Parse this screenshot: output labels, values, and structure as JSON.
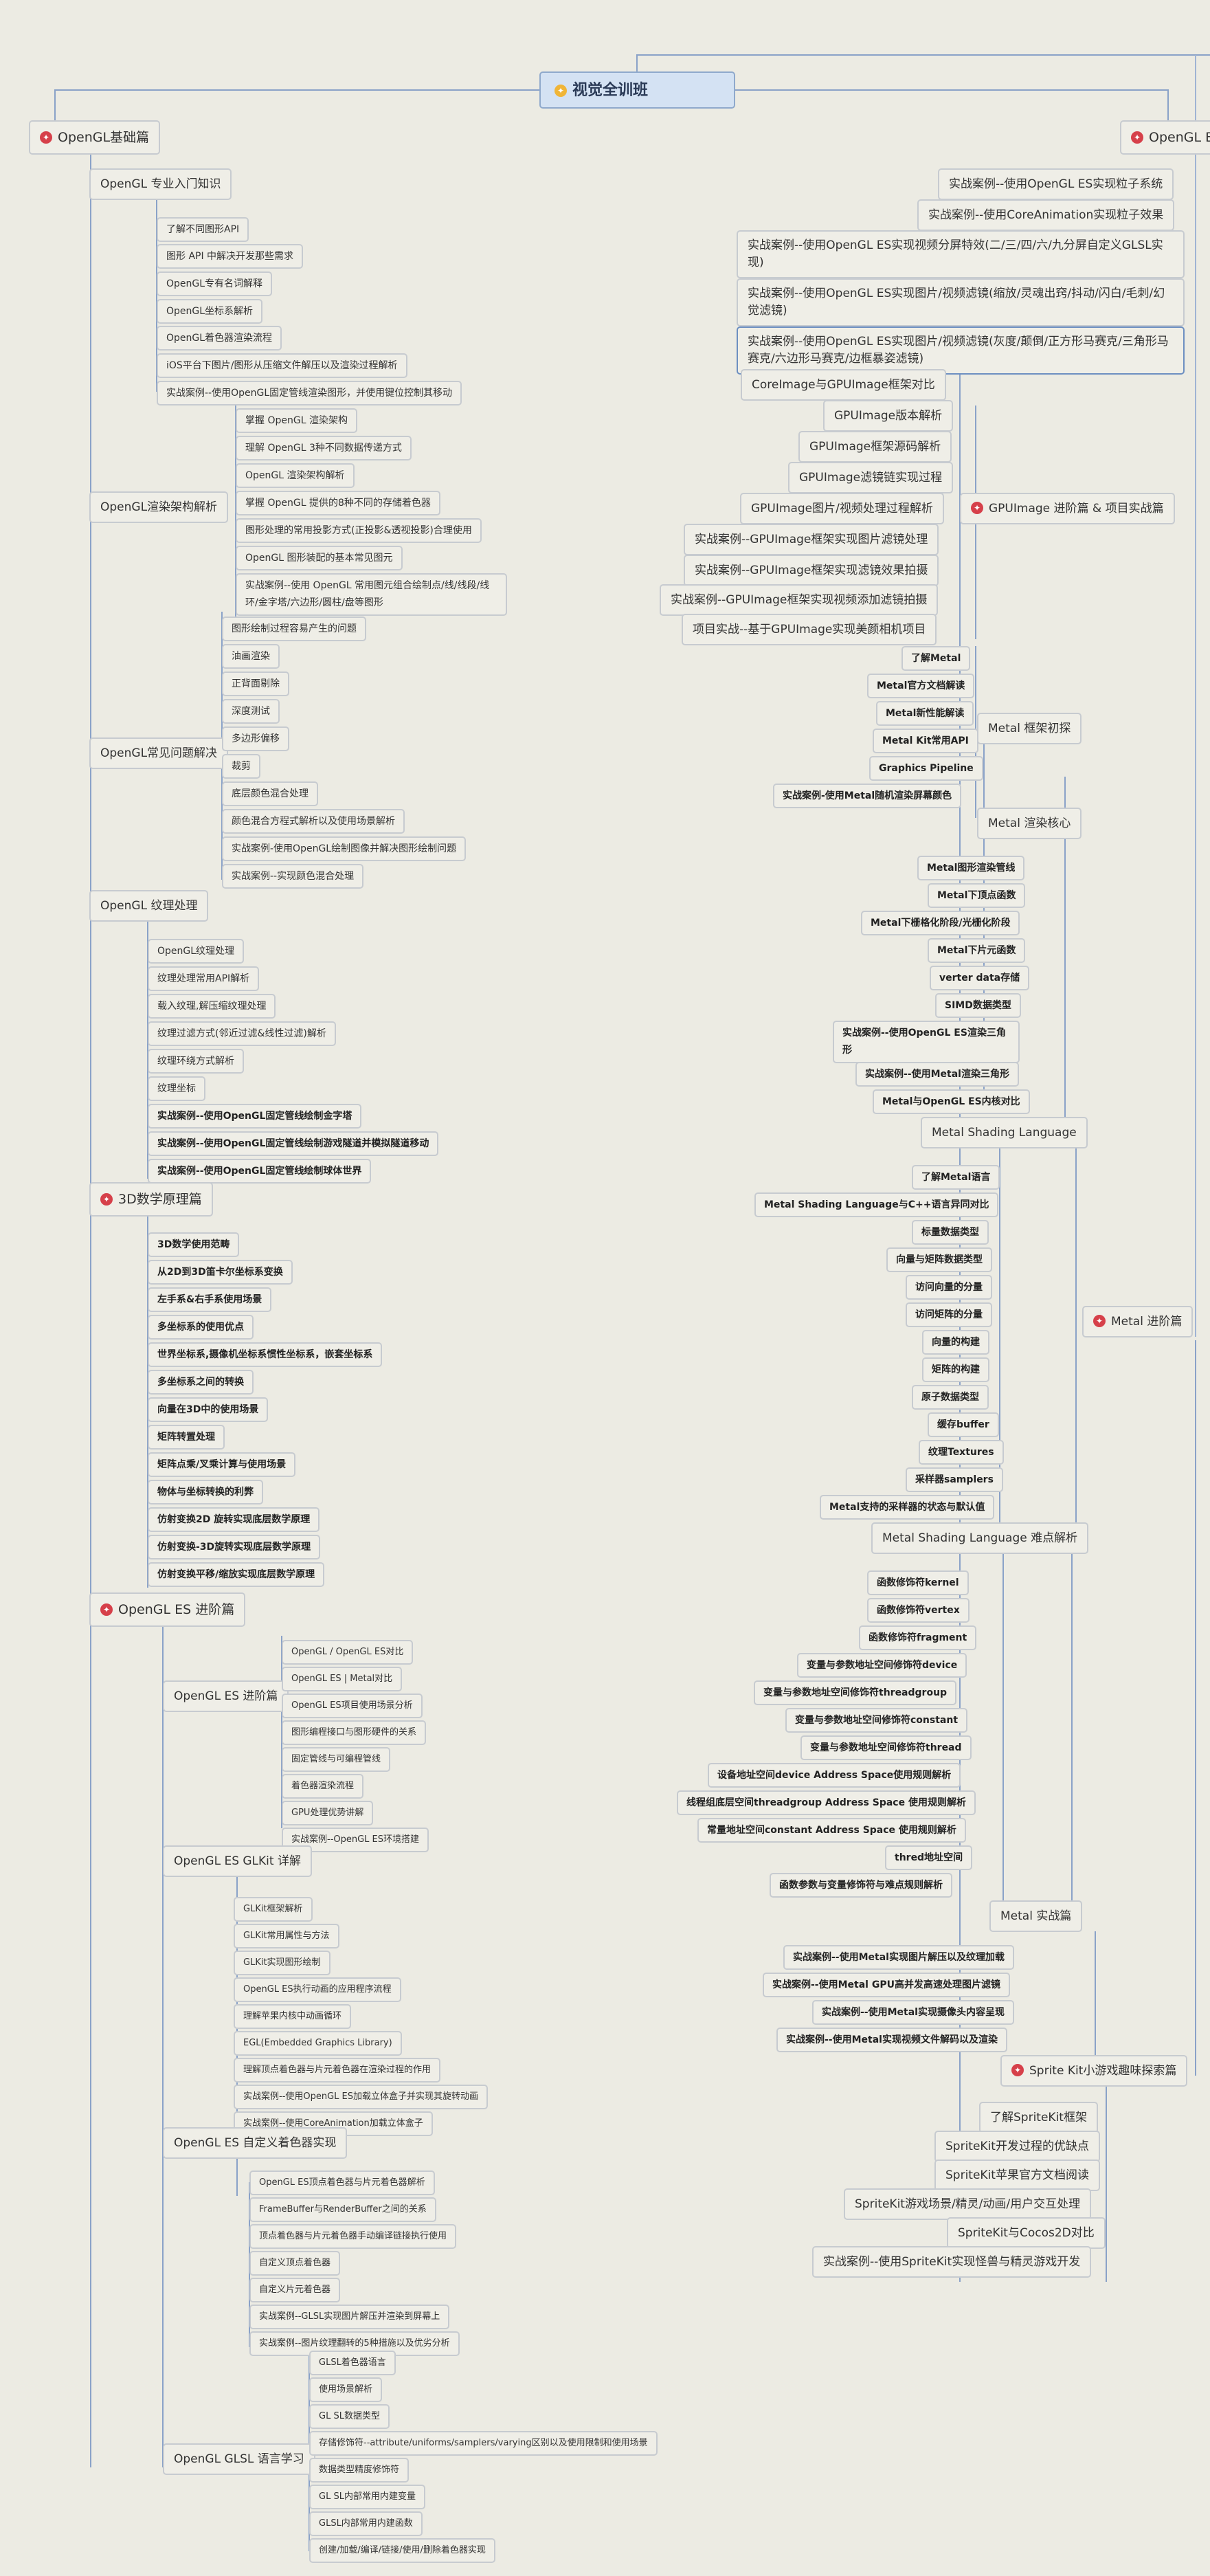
{
  "root": "视觉全训班",
  "left": {
    "opengl_basic": "OpenGL基础篇",
    "intro": "OpenGL 专业入门知识",
    "intro_items": [
      "了解不同图形API",
      "图形 API 中解决开发那些需求",
      "OpenGL专有名词解释",
      "OpenGL坐标系解析",
      "OpenGL着色器渲染流程",
      "iOS平台下图片/图形从压缩文件解压以及渲染过程解析",
      "实战案例--使用OpenGL固定管线渲染图形，并使用键位控制其移动"
    ],
    "render": "OpenGL渲染架构解析",
    "render_items": [
      "掌握 OpenGL 渲染架构",
      "理解 OpenGL 3种不同数据传递方式",
      "OpenGL 渲染架构解析",
      "掌握 OpenGL 提供的8种不同的存储着色器",
      "图形处理的常用投影方式(正投影&透视投影)合理使用",
      "OpenGL 图形装配的基本常见图元",
      "实战案例--使用 OpenGL 常用图元组合绘制点/线/线段/线环/金字塔/六边形/圆柱/盘等图形"
    ],
    "problems": "OpenGL常见问题解决",
    "problems_items": [
      "图形绘制过程容易产生的问题",
      "油画渲染",
      "正背面剔除",
      "深度测试",
      "多边形偏移",
      "裁剪",
      "底层颜色混合处理",
      "颜色混合方程式解析以及使用场景解析",
      "实战案例-使用OpenGL绘制图像并解决图形绘制问题",
      "实战案例--实现颜色混合处理"
    ],
    "texture": "OpenGL 纹理处理",
    "texture_items": [
      "OpenGL纹理处理",
      "纹理处理常用API解析",
      "载入纹理,解压缩纹理处理",
      "纹理过滤方式(邻近过滤&线性过滤)解析",
      "纹理环绕方式解析",
      "纹理坐标"
    ],
    "texture_bold": [
      "实战案例--使用OpenGL固定管线绘制金字塔",
      "实战案例--使用OpenGL固定管线绘制游戏隧道并模拟隧道移动",
      "实战案例--使用OpenGL固定管线绘制球体世界"
    ],
    "math": "3D数学原理篇",
    "math_items": [
      "3D数学使用范畴",
      "从2D到3D笛卡尔坐标系变换",
      "左手系&右手系使用场景",
      "多坐标系的使用优点",
      "世界坐标系,摄像机坐标系惯性坐标系，嵌套坐标系",
      "多坐标系之间的转换",
      "向量在3D中的使用场景",
      "矩阵转置处理",
      "矩阵点乘/叉乘计算与使用场景",
      "物体与坐标转换的利弊",
      "仿射变换2D 旋转实现底层数学原理",
      "仿射变换-3D旋转实现底层数学原理",
      "仿射变换平移/缩放实现底层数学原理"
    ],
    "es_adv": "OpenGL ES 进阶篇",
    "es_sub": "OpenGL ES 进阶篇",
    "es_sub_items": [
      "OpenGL / OpenGL ES对比",
      "OpenGL ES | Metal对比",
      "OpenGL ES项目使用场景分析",
      "图形编程接口与图形硬件的关系",
      "固定管线与可编程管线",
      "着色器渲染流程",
      "GPU处理优势讲解",
      "实战案例--OpenGL ES环境搭建"
    ],
    "glkit": "OpenGL ES GLKit 详解",
    "glkit_items": [
      "GLKit框架解析",
      "GLKit常用属性与方法",
      "GLKit实现图形绘制",
      "OpenGL ES执行动画的应用程序流程",
      "理解苹果内核中动画循环",
      "EGL(Embedded Graphics Library)",
      "理解顶点着色器与片元着色器在渲染过程的作用",
      "实战案例--使用OpenGL ES加载立体盒子并实现其旋转动画",
      "实战案例--使用CoreAnimation加载立体盒子"
    ],
    "shader": "OpenGL ES 自定义着色器实现",
    "shader_items": [
      "OpenGL ES顶点着色器与片元着色器解析",
      "FrameBuffer与RenderBuffer之间的关系",
      "顶点着色器与片元着色器手动编译链接执行使用",
      "自定义顶点着色器",
      "自定义片元着色器",
      "实战案例--GLSL实现图片解压并渲染到屏幕上",
      "实战案例--图片纹理翻转的5种措施以及优劣分析"
    ],
    "glsl": "OpenGL GLSL 语言学习",
    "glsl_items": [
      "GLSL着色器语言",
      "使用场景解析",
      "GL SL数据类型",
      "存储修饰符--attribute/uniforms/samplers/varying区别以及使用限制和使用场景",
      "数据类型精度修饰符",
      "GL SL内部常用内建变量",
      "GLSL内部常用内建函数",
      "创建/加载/编译/链接/使用/删除着色器实现"
    ]
  },
  "right": {
    "es_adv": "OpenGL ES",
    "es_items": [
      "实战案例--使用OpenGL ES实现粒子系统",
      "实战案例--使用CoreAnimation实现粒子效果",
      "实战案例--使用OpenGL ES实现视频分屏特效(二/三/四/六/九分屏自定义GLSL实现)",
      "实战案例--使用OpenGL ES实现图片/视频滤镜(缩放/灵魂出窍/抖动/闪白/毛刺/幻觉滤镜)",
      "实战案例--使用OpenGL ES实现图片/视频滤镜(灰度/颠倒/正方形马赛克/三角形马赛克/六边形马赛克/边框暴姿滤镜)"
    ],
    "gpu": "GPUImage 进阶篇 & 项目实战篇",
    "gpu_items": [
      "CoreImage与GPUImage框架对比",
      "GPUImage版本解析",
      "GPUImage框架源码解析",
      "GPUImage滤镜链实现过程",
      "GPUImage图片/视频处理过程解析",
      "实战案例--GPUImage框架实现图片滤镜处理",
      "实战案例--GPUImage框架实现滤镜效果拍摄",
      "实战案例--GPUImage框架实现视频添加滤镜拍摄",
      "项目实战--基于GPUImage实现美颜相机项目"
    ],
    "metal": "Metal 进阶篇",
    "metal_intro": "Metal 框架初探",
    "metal_intro_items": [
      "了解Metal",
      "Metal官方文档解读",
      "Metal新性能解读",
      "Metal Kit常用API",
      "Graphics Pipeline",
      "实战案例-使用Metal随机渲染屏幕颜色"
    ],
    "metal_core": "Metal 渲染核心",
    "metal_core_items": [
      "Metal图形渲染管线",
      "Metal下顶点函数",
      "Metal下栅格化阶段/光栅化阶段",
      "Metal下片元函数",
      "verter data存储",
      "SIMD数据类型",
      "实战案例--使用OpenGL ES渲染三角形",
      "实战案例--使用Metal渲染三角形",
      "Metal与OpenGL ES内核对比"
    ],
    "msl": "Metal Shading Language",
    "msl_items": [
      "了解Metal语言",
      "Metal Shading Language与C++语言异同对比",
      "标量数据类型",
      "向量与矩阵数据类型",
      "访问向量的分量",
      "访问矩阵的分量",
      "向量的构建",
      "矩阵的构建",
      "原子数据类型",
      "缓存buffer",
      "纹理Textures",
      "采样器samplers",
      "Metal支持的采样器的状态与默认值"
    ],
    "msl2": "Metal Shading Language 难点解析",
    "msl2_items": [
      "函数修饰符kernel",
      "函数修饰符vertex",
      "函数修饰符fragment",
      "变量与参数地址空间修饰符device",
      "变量与参数地址空间修饰符threadgroup",
      "变量与参数地址空间修饰符constant",
      "变量与参数地址空间修饰符thread",
      "设备地址空间device Address Space使用规则解析",
      "线程组底层空间threadgroup Address Space 使用规则解析",
      "常量地址空间constant Address Space 使用规则解析",
      "thred地址空间",
      "函数参数与变量修饰符与难点规则解析"
    ],
    "metal_prac": "Metal 实战篇",
    "metal_prac_items": [
      "实战案例--使用Metal实现图片解压以及纹理加载",
      "实战案例--使用Metal GPU高并发高速处理图片滤镜",
      "实战案例--使用Metal实现摄像头内容呈现",
      "实战案例--使用Metal实现视频文件解码以及渲染"
    ],
    "sprite": "Sprite Kit小游戏趣味探索篇",
    "sprite_items": [
      "了解SpriteKit框架",
      "SpriteKit开发过程的优缺点",
      "SpriteKit苹果官方文档阅读",
      "SpriteKit游戏场景/精灵/动画/用户交互处理",
      "SpriteKit与Cocos2D对比",
      "实战案例--使用SpriteKit实现怪兽与精灵游戏开发"
    ]
  }
}
